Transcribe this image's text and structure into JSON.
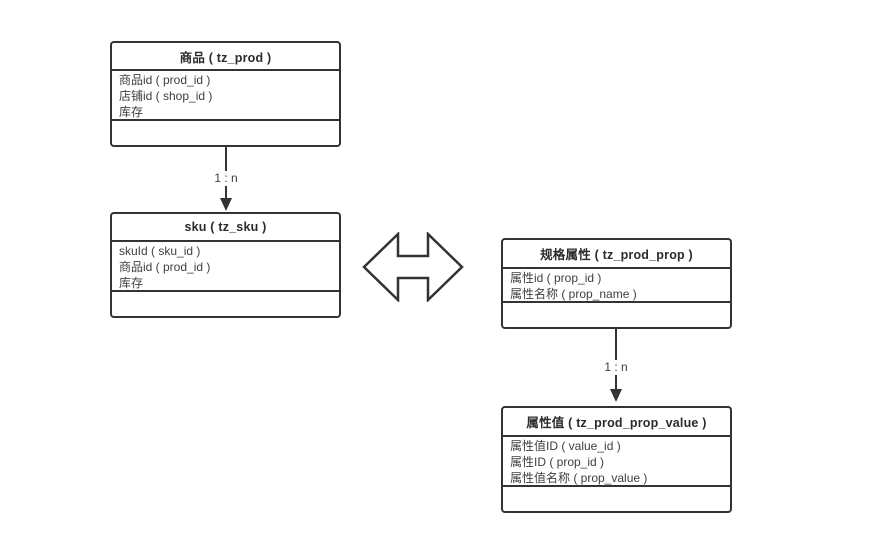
{
  "canvas": {
    "background": "#ffffff",
    "line_color": "#333333",
    "text_color": "#3f3f3f"
  },
  "tables": [
    {
      "title": "商品 ( tz_prod )",
      "fields": [
        "商品id ( prod_id )",
        "店铺id ( shop_id )",
        "库存"
      ]
    },
    {
      "title": "sku ( tz_sku )",
      "fields": [
        "skuId ( sku_id )",
        "商品id ( prod_id )",
        "库存"
      ]
    },
    {
      "title": "规格属性 ( tz_prod_prop )",
      "fields": [
        "属性id ( prop_id )",
        "属性名称 ( prop_name )"
      ]
    },
    {
      "title": "属性值 ( tz_prod_prop_value )",
      "fields": [
        "属性值ID ( value_id )",
        "属性ID ( prop_id )",
        "属性值名称 ( prop_value )"
      ]
    }
  ],
  "connectors": [
    {
      "label": "1 : n"
    },
    {
      "label": "1 : n"
    }
  ],
  "icons": {
    "bidirectional_arrow": "double-headed-arrow"
  }
}
